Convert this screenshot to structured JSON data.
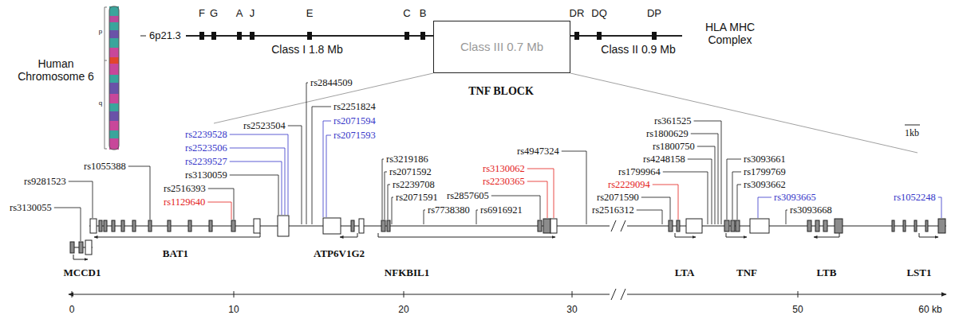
{
  "diagram": {
    "nodes": [
      {
        "text": [
          "Class III 0.7 Mb"
        ]
      }
    ],
    "labels": [
      "Human Chromosome 6",
      "p",
      "q",
      "6p21.3",
      "F",
      "G",
      "A",
      "J",
      "E",
      "C",
      "B",
      "DR",
      "DQ",
      "DP",
      "HLA MHC Complex",
      "Class I 1.8 Mb",
      "Class II 0.9 Mb",
      "TNF BLOCK",
      "1kb",
      "rs2844509",
      "rs2251824",
      "rs2071594",
      "rs2071593",
      "rs2523504",
      "rs2239528",
      "rs2523506",
      "rs2239527",
      "rs3130059",
      "rs1055388",
      "rs9281523",
      "rs2516393",
      "rs1129640",
      "rs3130055",
      "rs4947324",
      "rs3219186",
      "rs2071592",
      "rs2239708",
      "rs2071591",
      "rs2857605",
      "rs3130062",
      "rs2230365",
      "rs7738380",
      "rs6916921",
      "rs361525",
      "rs1800629",
      "rs1800750",
      "rs4248158",
      "rs1799964",
      "rs2229094",
      "rs2071590",
      "rs2516312",
      "rs3093661",
      "rs1799769",
      "rs3093662",
      "rs3093665",
      "rs3093668",
      "rs1052248",
      "MCCD1",
      "BAT1",
      "ATP6V1G2",
      "NFKBIL1",
      "LTA",
      "TNF",
      "LTB",
      "LST1",
      "0",
      "10",
      "20",
      "30",
      "50",
      "60 kb"
    ]
  }
}
